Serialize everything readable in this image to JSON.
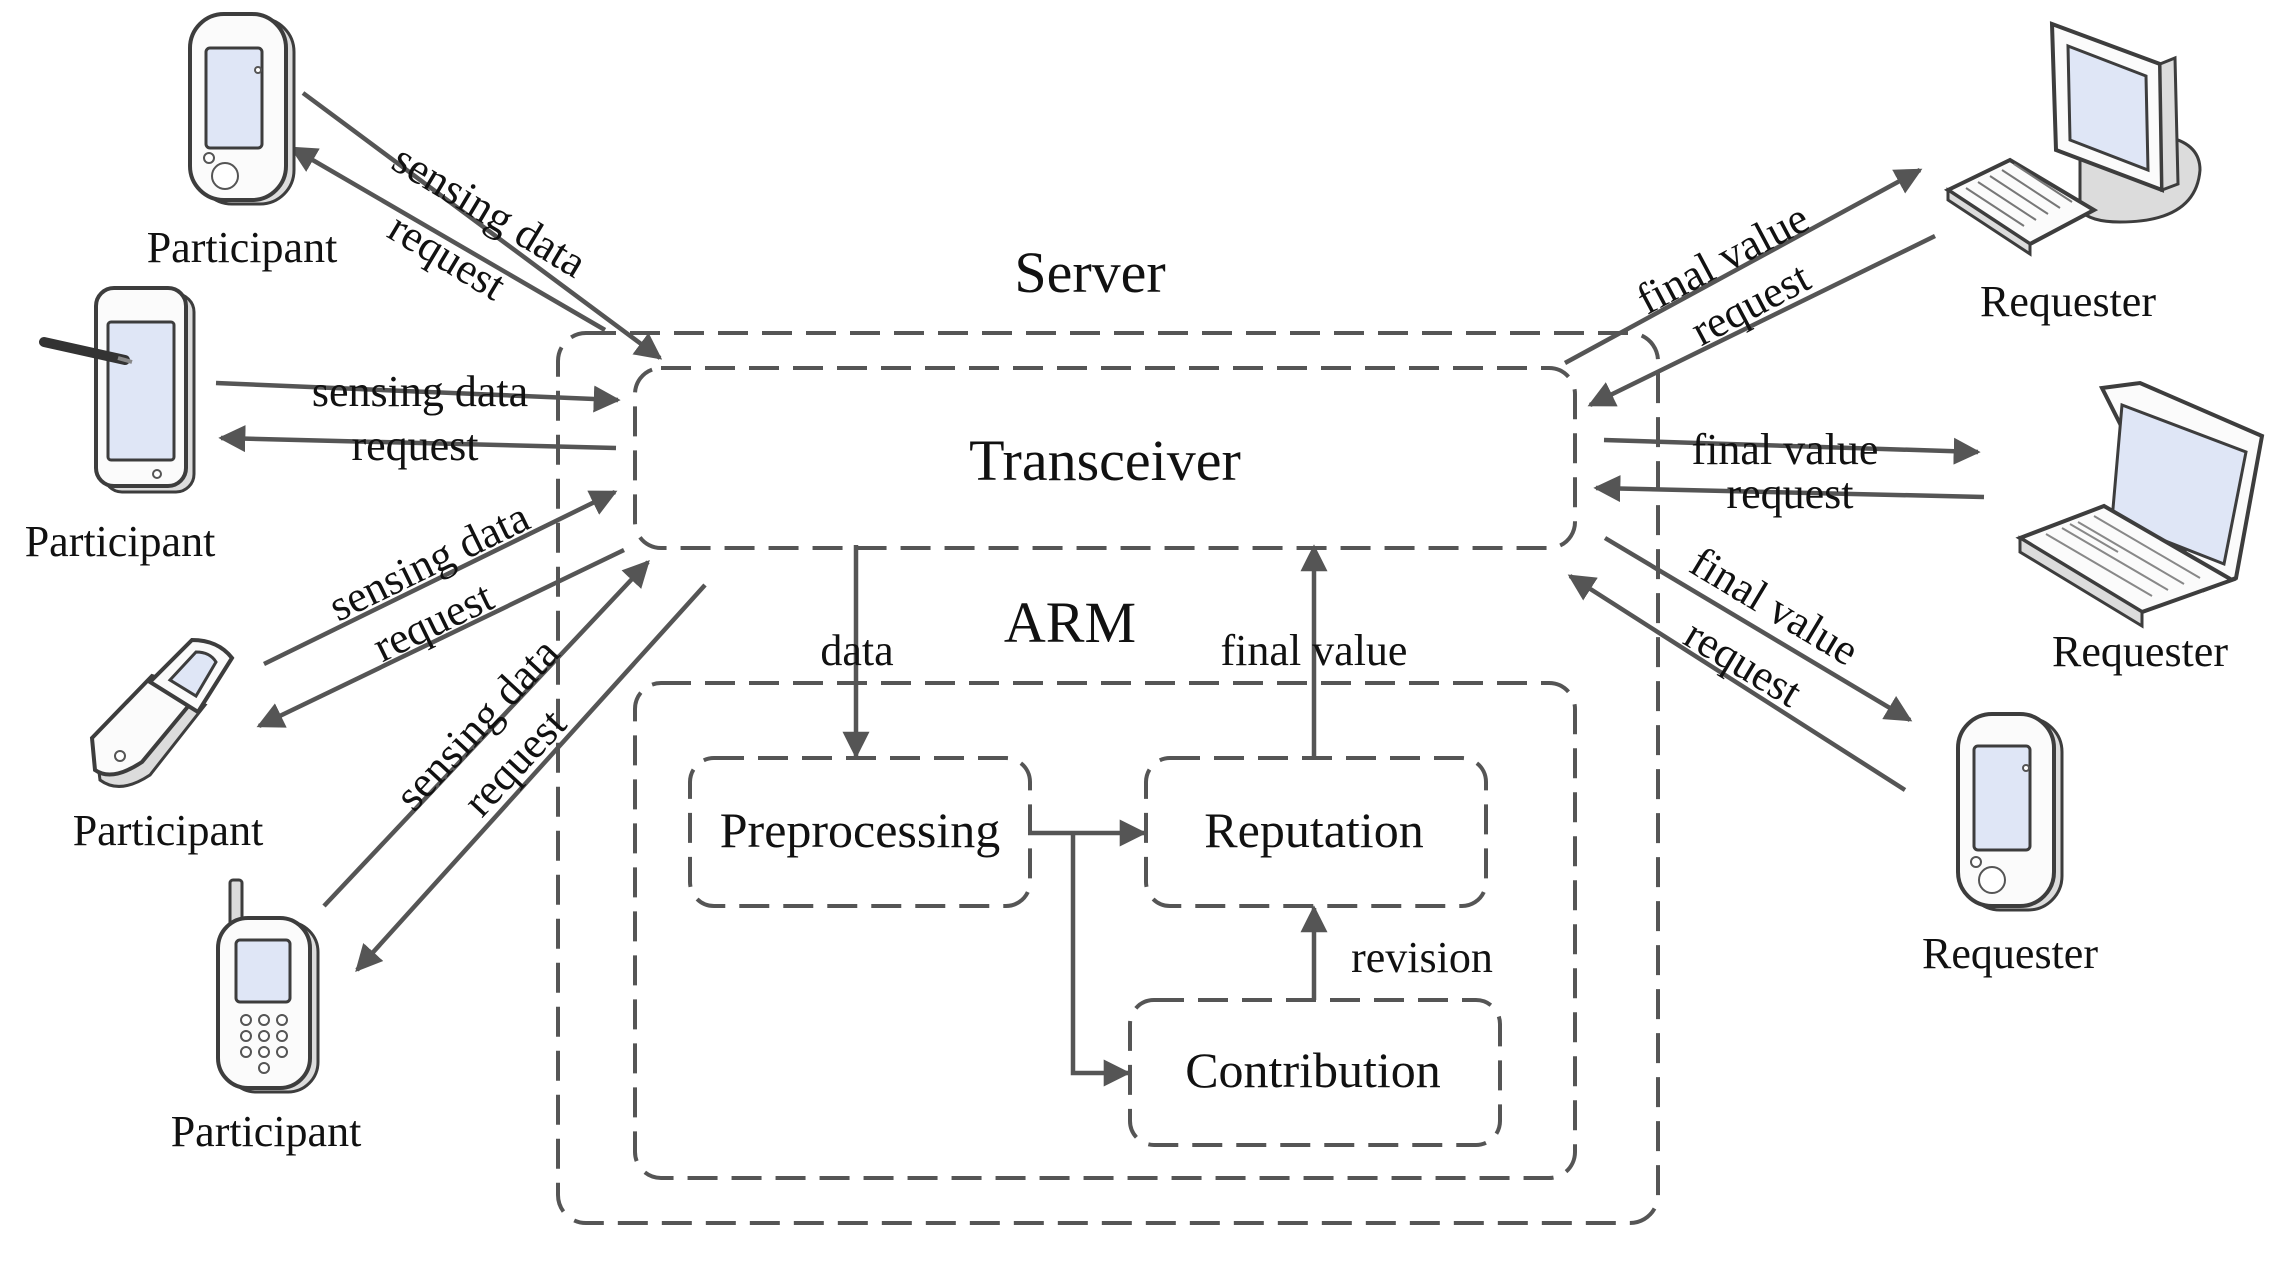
{
  "server": {
    "title": "Server"
  },
  "transceiver": {
    "label": "Transceiver"
  },
  "arm": {
    "label": "ARM"
  },
  "modules": {
    "preprocessing": "Preprocessing",
    "reputation": "Reputation",
    "contribution": "Contribution"
  },
  "internal_labels": {
    "data": "data",
    "final_value": "final value",
    "revision": "revision"
  },
  "participants": [
    {
      "label": "Participant",
      "device": "pda-icon",
      "out": "sensing data",
      "in": "request"
    },
    {
      "label": "Participant",
      "device": "tablet-icon",
      "out": "sensing data",
      "in": "request"
    },
    {
      "label": "Participant",
      "device": "flip-phone-icon",
      "out": "sensing data",
      "in": "request"
    },
    {
      "label": "Participant",
      "device": "mobile-phone-icon",
      "out": "sensing data",
      "in": "request"
    }
  ],
  "requesters": [
    {
      "label": "Requester",
      "device": "desktop-computer-icon",
      "out": "final value",
      "in": "request"
    },
    {
      "label": "Requester",
      "device": "laptop-icon",
      "out": "final value",
      "in": "request"
    },
    {
      "label": "Requester",
      "device": "pda-icon",
      "out": "final value",
      "in": "request"
    }
  ],
  "colors": {
    "line": "#555555",
    "text": "#111111",
    "screen": "#dfe6f6"
  }
}
